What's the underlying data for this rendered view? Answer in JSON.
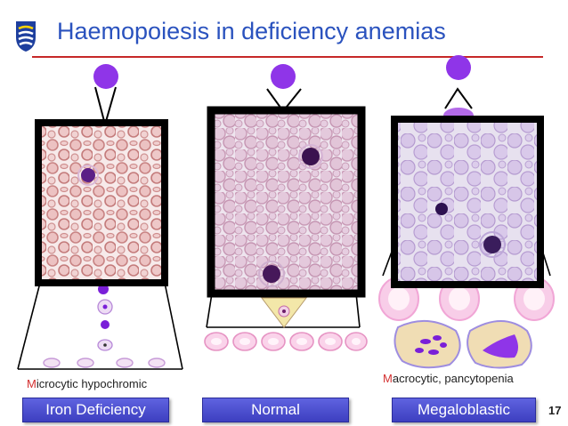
{
  "slide": {
    "title": "Haemopoiesis in deficiency anemias",
    "slide_number": "17",
    "accent_color": "#d32f2f",
    "title_color": "#2a52be",
    "button_color": "#4a4fd6"
  },
  "annotations": {
    "microcytic_initial": "M",
    "microcytic_rest": "icrocytic hypochromic",
    "macrocytic_initial": "M",
    "macrocytic_rest": "acrocytic, pancytopenia"
  },
  "labels": {
    "iron": "Iron Deficiency",
    "normal": "Normal",
    "megaloblastic": "Megaloblastic"
  },
  "icons": [
    "shield-logo-icon"
  ]
}
